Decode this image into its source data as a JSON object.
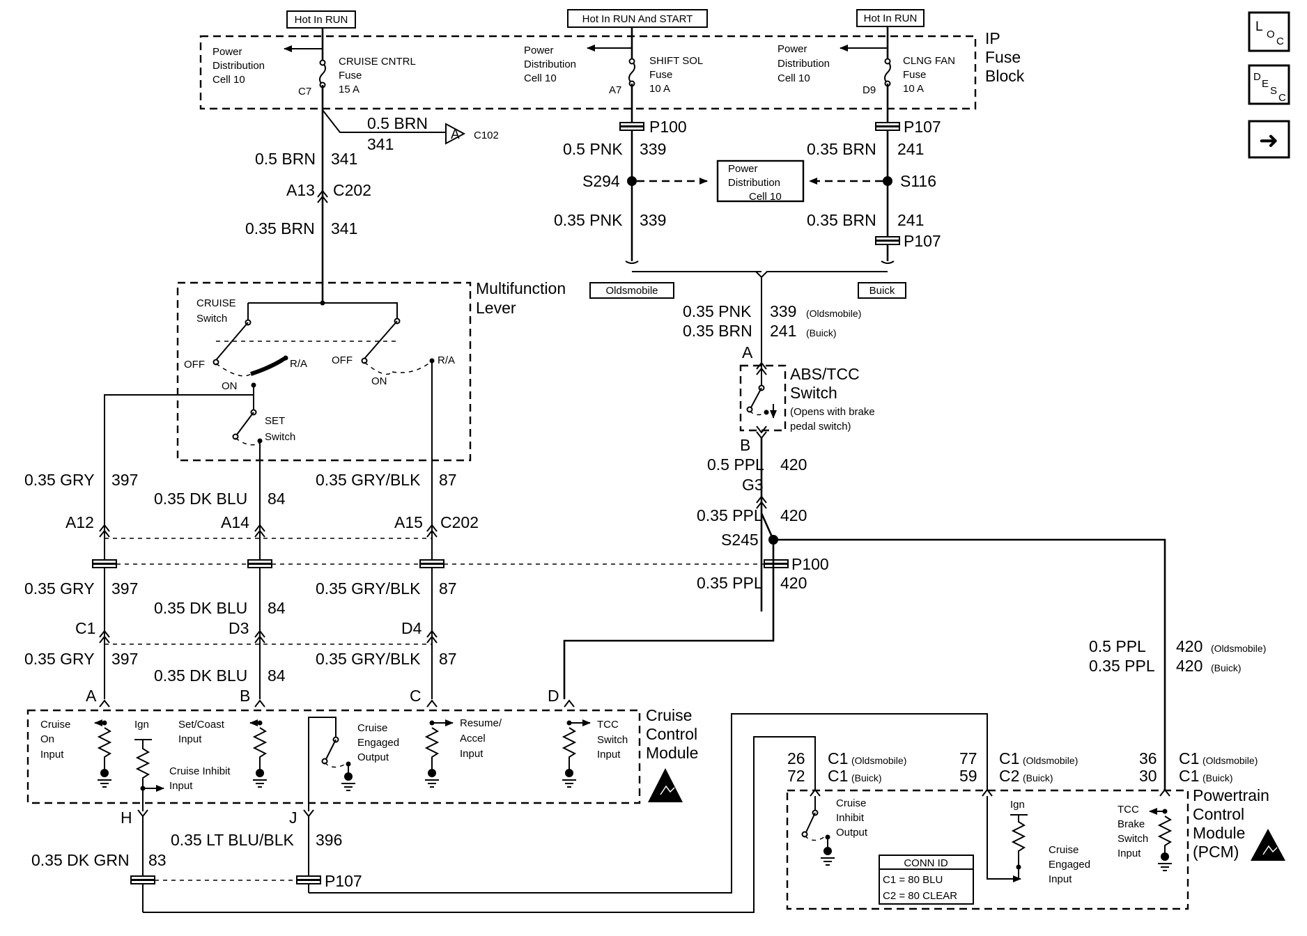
{
  "header_tags": {
    "hot_run_1": "Hot In RUN",
    "hot_run_start": "Hot In RUN And START",
    "hot_run_2": "Hot In RUN"
  },
  "fuse_block": {
    "label_line1": "IP",
    "label_line2": "Fuse",
    "label_line3": "Block",
    "fuses": [
      {
        "pd1": "Power",
        "pd2": "Distribution",
        "pd3": "Cell 10",
        "name": "CRUISE CNTRL",
        "type": "Fuse",
        "rating": "15 A",
        "pin": "C7"
      },
      {
        "pd1": "Power",
        "pd2": "Distribution",
        "pd3": "Cell 10",
        "name": "SHIFT SOL",
        "type": "Fuse",
        "rating": "10 A",
        "pin": "A7"
      },
      {
        "pd1": "Power",
        "pd2": "Distribution",
        "pd3": "Cell 10",
        "name": "CLNG FAN",
        "type": "Fuse",
        "rating": "10 A",
        "pin": "D9"
      }
    ]
  },
  "nav": {
    "loc": [
      "L",
      "O",
      "C"
    ],
    "desc": [
      "D",
      "E",
      "S",
      "C"
    ],
    "next": "➜"
  },
  "wires": {
    "brn05": "0.5 BRN",
    "c341": "341",
    "c102_ref_letter": "A",
    "c102_ref": "C102",
    "a13": "A13",
    "c202": "C202",
    "brn035": "0.35 BRN",
    "pnk05": "0.5 PNK",
    "c339": "339",
    "pnk035": "0.35 PNK",
    "c241": "241",
    "p100": "P100",
    "p107": "P107",
    "s294": "S294",
    "s116": "S116",
    "pd_box1": "Power",
    "pd_box2": "Distribution",
    "pd_box3": "Cell 10",
    "oldsmobile": "Oldsmobile",
    "buick": "Buick",
    "olds_paren": "(Oldsmobile)",
    "buick_paren": "(Buick)",
    "gry": "0.35 GRY",
    "c397": "397",
    "dkblu": "0.35 DK BLU",
    "c84": "84",
    "gryblk": "0.35 GRY/BLK",
    "c87": "87",
    "a12": "A12",
    "a14": "A14",
    "a15": "A15",
    "c1": "C1",
    "d3": "D3",
    "d4": "D4",
    "ppl05": "0.5 PPL",
    "ppl035": "0.35 PPL",
    "c420": "420",
    "g3": "G3",
    "s245": "S245",
    "dkgrn": "0.35 DK GRN",
    "c83": "83",
    "ltblublk": "0.35 LT BLU/BLK",
    "c396": "396",
    "pA": "A",
    "pB": "B",
    "pC": "C",
    "pD": "D",
    "pH": "H",
    "pJ": "J",
    "n26": "26",
    "n72": "72",
    "n77": "77",
    "n59": "59",
    "n36": "36",
    "n30": "30",
    "c2": "C2"
  },
  "multifunction": {
    "title1": "Multifunction",
    "title2": "Lever",
    "cruise1": "CRUISE",
    "cruise2": "Switch",
    "off": "OFF",
    "ra": "R/A",
    "on": "ON",
    "set1": "SET",
    "set2": "Switch"
  },
  "abs_tcc": {
    "title1": "ABS/TCC",
    "title2": "Switch",
    "note1": "(Opens with brake",
    "note2": "pedal switch)"
  },
  "ccm": {
    "title1": "Cruise",
    "title2": "Control",
    "title3": "Module",
    "on1": "Cruise",
    "on2": "On",
    "on3": "Input",
    "ign": "Ign",
    "sc1": "Set/Coast",
    "sc2": "Input",
    "ce1": "Cruise",
    "ce2": "Engaged",
    "ce3": "Output",
    "ra1": "Resume/",
    "ra2": "Accel",
    "ra3": "Input",
    "tcc1": "TCC",
    "tcc2": "Switch",
    "tcc3": "Input",
    "ci1": "Cruise Inhibit",
    "ci2": "Input"
  },
  "pcm": {
    "title1": "Powertrain",
    "title2": "Control",
    "title3": "Module",
    "title4": "(PCM)",
    "ci1": "Cruise",
    "ci2": "Inhibit",
    "ci3": "Output",
    "ign": "Ign",
    "ce1": "Cruise",
    "ce2": "Engaged",
    "ce3": "Input",
    "tb1": "TCC",
    "tb2": "Brake",
    "tb3": "Switch",
    "tb4": "Input",
    "conn_title": "CONN ID",
    "conn_c1": "C1 = 80 BLU",
    "conn_c2": "C2 = 80 CLEAR"
  }
}
